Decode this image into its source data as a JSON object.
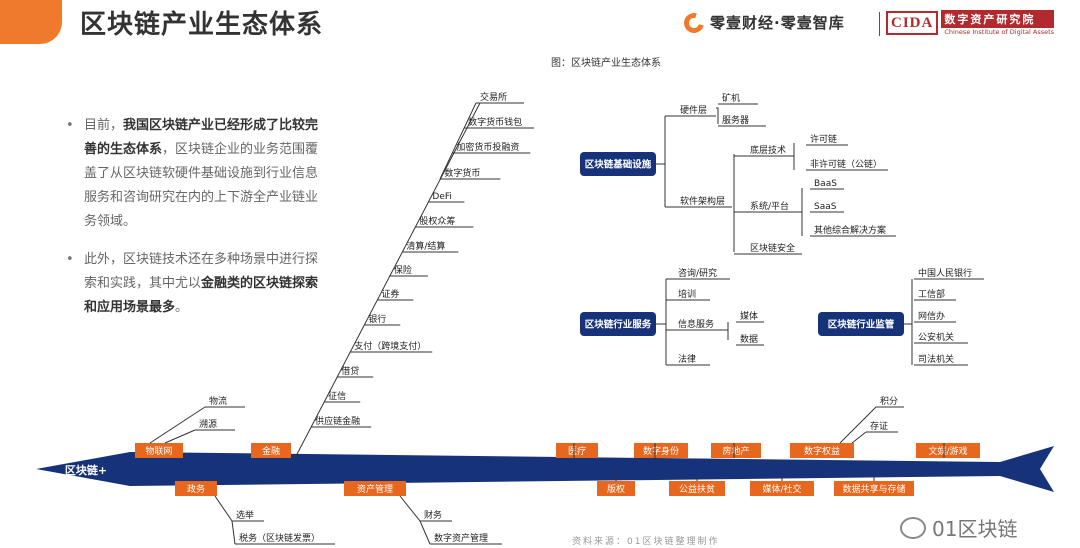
{
  "slide": {
    "title": "区块链产业生态体系",
    "figure_caption": "图：区块链产业生态体系",
    "source_note": "资料来源：01区块链整理制作",
    "watermark": "01区块链"
  },
  "logos": {
    "partner1": "零壹财经·零壹智库",
    "partner2_mark": "CIDA",
    "partner2_cn": "数字资产研究院",
    "partner2_en": "Chinese Institute of Digital Assets"
  },
  "bullets": [
    {
      "pre": "目前，",
      "bold": "我国区块链产业已经形成了比较完善的生态体系",
      "post": "，区块链企业的业务范围覆盖了从区块链软硬件基础设施到行业信息服务和咨询研究在内的上下游全产业链业务领域。"
    },
    {
      "pre": "此外，区块链技术还在多种场景中进行探索和实践，其中尤以",
      "bold": "金融类的区块链探索和应用场景最多",
      "post": "。"
    }
  ],
  "fishbone": {
    "head": "区块链+",
    "top_categories": [
      "物联网",
      "金融",
      "医疗",
      "数字身份",
      "房地产",
      "数字权益",
      "文娱/游戏"
    ],
    "bottom_categories": [
      "政务",
      "资产管理",
      "版权",
      "公益扶贫",
      "媒体/社交",
      "数据共享与存储"
    ],
    "iot_items": [
      "物流",
      "溯源"
    ],
    "finance_items": [
      "数字货币",
      "DeFi",
      "股权众筹",
      "清算/结算",
      "保险",
      "证券",
      "银行",
      "支付（跨境支付）",
      "借贷",
      "征信",
      "供应链金融"
    ],
    "digital_currency_items": [
      "交易所",
      "数字货币钱包",
      "加密货币投融资"
    ],
    "digital_rights_items": [
      "积分",
      "存证"
    ],
    "gov_items": [
      "选举",
      "税务（区块链发票）"
    ],
    "asset_items": [
      "财务",
      "数字资产管理"
    ]
  },
  "infra": {
    "root": "区块链基础设施",
    "hardware": "硬件层",
    "hardware_items": [
      "矿机",
      "服务器"
    ],
    "software": "软件架构层",
    "base_tech": "底层技术",
    "base_items": [
      "许可链",
      "非许可链（公链）"
    ],
    "system": "系统/平台",
    "system_items": [
      "BaaS",
      "SaaS",
      "其他综合解决方案"
    ],
    "security": "区块链安全"
  },
  "services": {
    "root": "区块链行业服务",
    "items": [
      "咨询/研究",
      "培训",
      "信息服务",
      "法律"
    ],
    "info_items": [
      "媒体",
      "数据"
    ]
  },
  "regulation": {
    "root": "区块链行业监管",
    "items": [
      "中国人民银行",
      "工信部",
      "网信办",
      "公安机关",
      "司法机关"
    ]
  },
  "colors": {
    "accent_orange": "#f07a2c",
    "navy": "#16337a",
    "label_orange": "#e8671e",
    "cida_red": "#b22a2e"
  }
}
